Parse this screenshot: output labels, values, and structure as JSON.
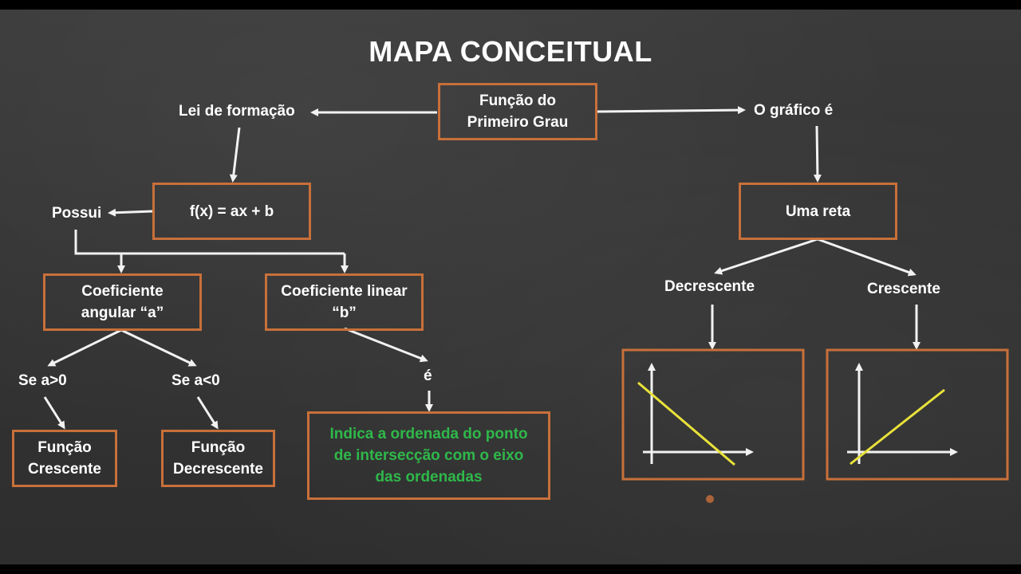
{
  "title": "MAPA CONCEITUAL",
  "colors": {
    "box_border": "#c8703a",
    "arrow": "#f2f2f2",
    "highlight_text": "#2fb84a",
    "line_graph": "#e8e23a"
  },
  "nodes": {
    "root": "Função do\nPrimeiro Grau",
    "lei": "Lei de formação",
    "formula": "f(x) = ax + b",
    "possui": "Possui",
    "coef_a": "Coeficiente\nangular “a”",
    "coef_b": "Coeficiente linear\n“b”",
    "se_pos": "Se a>0",
    "se_neg": "Se a<0",
    "func_cresc": "Função\nCrescente",
    "func_decresc": "Função\nDecrescente",
    "e": "é",
    "indica": "Indica a ordenada do ponto\nde intersecção com o eixo\ndas ordenadas",
    "grafico": "O gráfico é",
    "reta": "Uma reta",
    "decrescente": "Decrescente",
    "crescente": "Crescente"
  },
  "graphs": [
    {
      "name": "decreasing-graph",
      "trend": "decreasing"
    },
    {
      "name": "increasing-graph",
      "trend": "increasing"
    }
  ]
}
